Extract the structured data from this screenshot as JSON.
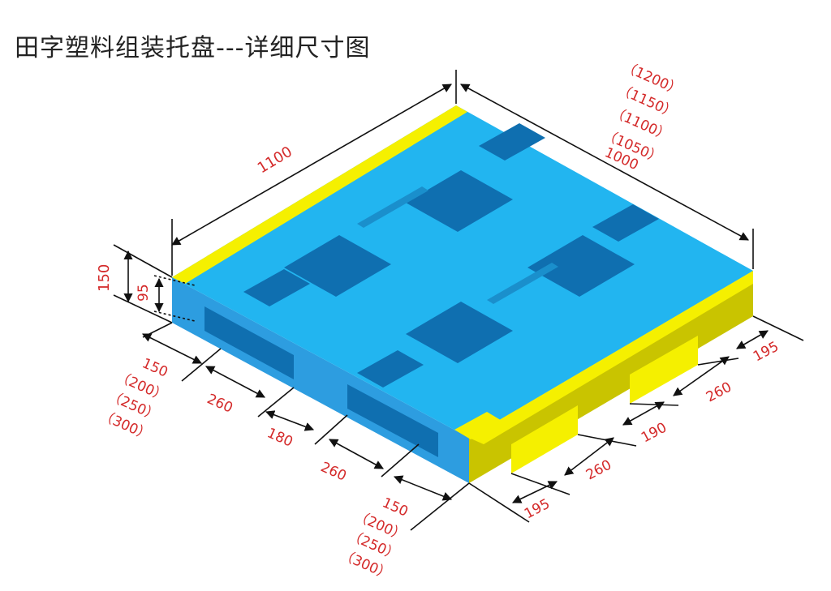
{
  "title": "田字塑料组装托盘---详细尺寸图",
  "colors": {
    "deck": "#22b5f0",
    "deck_dark": "#1a8fcc",
    "opening": "#0f6fb0",
    "side_blue": "#2d9de0",
    "yellow": "#f5f000",
    "yellow_dark": "#c9c400",
    "dimension_text": "#d42a2a",
    "dimension_line": "#111111"
  },
  "dimensions": {
    "length": "1100",
    "width_options": [
      "（1200）",
      "（1150）",
      "（1100）",
      "（1050）",
      "1000"
    ],
    "height_total": "150",
    "height_entry": "95",
    "front": {
      "end_options": [
        "150",
        "（200）",
        "（250）",
        "（300）"
      ],
      "opening_1": "260",
      "middle": "180",
      "opening_2": "260",
      "end2_options": [
        "150",
        "（200）",
        "（250）",
        "（300）"
      ]
    },
    "side": {
      "end_1": "195",
      "opening_1": "260",
      "middle": "190",
      "opening_2": "260",
      "end_2": "195"
    }
  }
}
